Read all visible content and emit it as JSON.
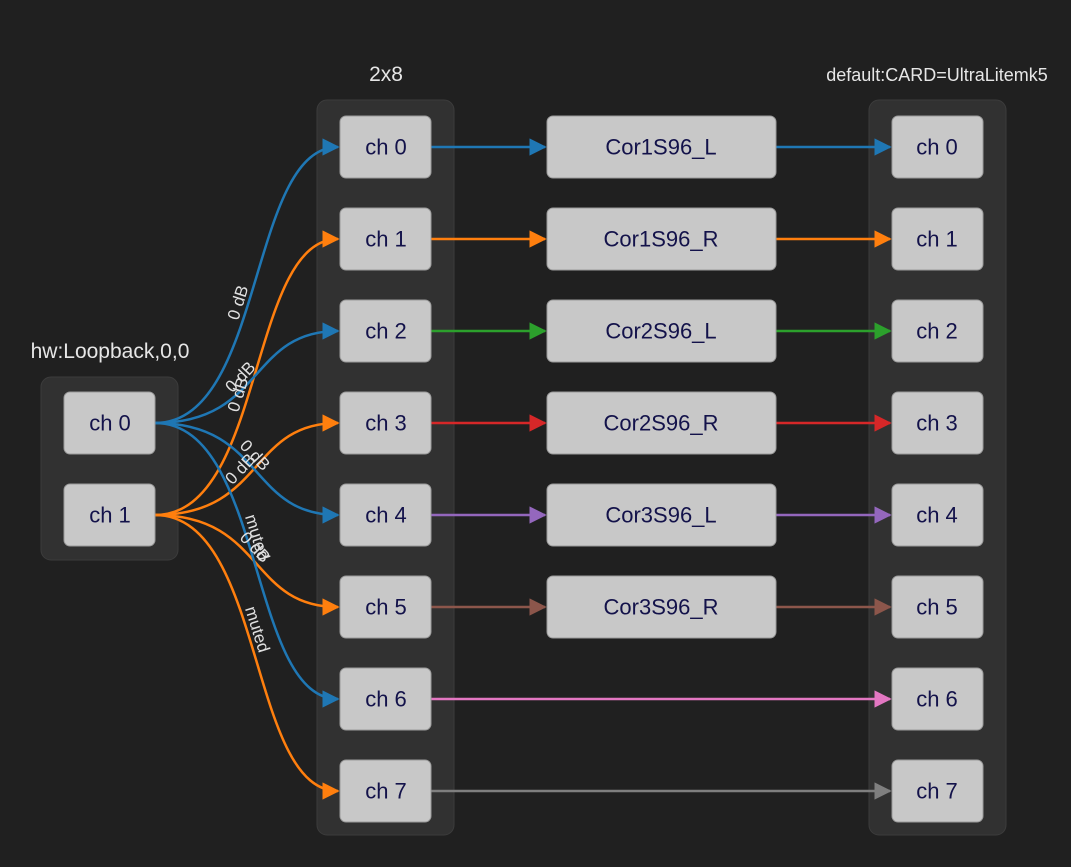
{
  "diagram": {
    "groups": {
      "loopback": {
        "label": "hw:Loopback,0,0",
        "channels": [
          "ch 0",
          "ch 1"
        ]
      },
      "mix": {
        "label": "2x8",
        "channels": [
          "ch 0",
          "ch 1",
          "ch 2",
          "ch 3",
          "ch 4",
          "ch 5",
          "ch 6",
          "ch 7"
        ]
      },
      "filters": {
        "labels": [
          "Cor1S96_L",
          "Cor1S96_R",
          "Cor2S96_L",
          "Cor2S96_R",
          "Cor3S96_L",
          "Cor3S96_R"
        ]
      },
      "output": {
        "label": "default:CARD=UltraLitemk5",
        "channels": [
          "ch 0",
          "ch 1",
          "ch 2",
          "ch 3",
          "ch 4",
          "ch 5",
          "ch 6",
          "ch 7"
        ]
      }
    },
    "mixer_links": [
      {
        "from": 0,
        "to": 0,
        "color": "#1f77b4",
        "label": "0 dB"
      },
      {
        "from": 1,
        "to": 1,
        "color": "#ff7f0e",
        "label": "0 dB"
      },
      {
        "from": 0,
        "to": 2,
        "color": "#1f77b4",
        "label": "0 dB"
      },
      {
        "from": 1,
        "to": 3,
        "color": "#ff7f0e",
        "label": "0 dB"
      },
      {
        "from": 0,
        "to": 4,
        "color": "#1f77b4",
        "label": "0 dB"
      },
      {
        "from": 1,
        "to": 5,
        "color": "#ff7f0e",
        "label": "0 dB"
      },
      {
        "from": 0,
        "to": 6,
        "color": "#1f77b4",
        "label": "muted"
      },
      {
        "from": 1,
        "to": 7,
        "color": "#ff7f0e",
        "label": "muted"
      }
    ],
    "channel_colors": [
      "#1f77b4",
      "#ff7f0e",
      "#2ca02c",
      "#d62728",
      "#9467bd",
      "#8c564b",
      "#e377c2",
      "#7f7f7f"
    ]
  }
}
